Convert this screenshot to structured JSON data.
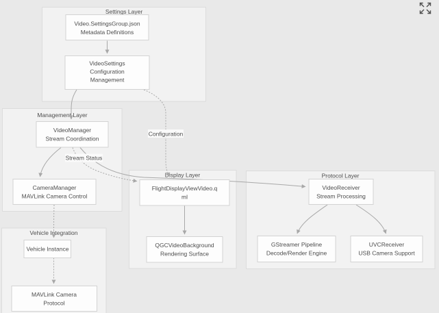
{
  "theme": {
    "canvas_background": "#e9e9e9",
    "cluster_fill": "#f2f2f2",
    "cluster_border": "#dcdcdc",
    "node_fill": "#fdfdfd",
    "node_border": "#d3d3d3",
    "edge_color": "#a8a8a8",
    "text_color": "#4d4d4d"
  },
  "controls": {
    "expand_icon": "expand-fullscreen"
  },
  "diagram": {
    "type": "flowchart",
    "clusters": [
      {
        "id": "settings_layer",
        "label": "Settings Layer"
      },
      {
        "id": "management_layer",
        "label": "Management Layer"
      },
      {
        "id": "vehicle_integration",
        "label": "Vehicle Integration"
      },
      {
        "id": "display_layer",
        "label": "Display Layer"
      },
      {
        "id": "protocol_layer",
        "label": "Protocol Layer"
      }
    ],
    "nodes": [
      {
        "id": "video_settings_group",
        "cluster": "settings_layer",
        "lines": [
          "Video.SettingsGroup.json",
          "Metadata Definitions"
        ]
      },
      {
        "id": "video_settings",
        "cluster": "settings_layer",
        "lines": [
          "VideoSettings",
          "Configuration",
          "Management"
        ]
      },
      {
        "id": "video_manager",
        "cluster": "management_layer",
        "lines": [
          "VideoManager",
          "Stream Coordination"
        ]
      },
      {
        "id": "camera_manager",
        "cluster": "management_layer",
        "lines": [
          "CameraManager",
          "MAVLink Camera Control"
        ]
      },
      {
        "id": "vehicle_instance",
        "cluster": "vehicle_integration",
        "lines": [
          "Vehicle Instance"
        ]
      },
      {
        "id": "mavlink_camera_protocol",
        "cluster": "vehicle_integration",
        "lines": [
          "MAVLink Camera",
          "Protocol"
        ]
      },
      {
        "id": "flight_display_view_video",
        "cluster": "display_layer",
        "lines": [
          "FlightDisplayViewVideo.q",
          "ml"
        ]
      },
      {
        "id": "qgc_video_background",
        "cluster": "display_layer",
        "lines": [
          "QGCVideoBackground",
          "Rendering Surface"
        ]
      },
      {
        "id": "video_receiver",
        "cluster": "protocol_layer",
        "lines": [
          "VideoReceiver",
          "Stream Processing"
        ]
      },
      {
        "id": "gstreamer_pipeline",
        "cluster": "protocol_layer",
        "lines": [
          "GStreamer Pipeline",
          "Decode/Render Engine"
        ]
      },
      {
        "id": "uvc_receiver",
        "cluster": "protocol_layer",
        "lines": [
          "UVCReceiver",
          "USB Camera Support"
        ]
      }
    ],
    "edges": [
      {
        "from": "video_settings_group",
        "to": "video_settings",
        "style": "solid",
        "label": ""
      },
      {
        "from": "video_settings",
        "to": "video_manager",
        "style": "solid",
        "label": ""
      },
      {
        "from": "video_settings",
        "to": "flight_display_view_video",
        "style": "dotted",
        "label": "Configuration"
      },
      {
        "from": "video_manager",
        "to": "camera_manager",
        "style": "solid",
        "label": ""
      },
      {
        "from": "video_manager",
        "to": "flight_display_view_video",
        "style": "dotted",
        "label": "Stream Status"
      },
      {
        "from": "video_manager",
        "to": "video_receiver",
        "style": "solid",
        "label": ""
      },
      {
        "from": "camera_manager",
        "to": "vehicle_instance",
        "style": "dotted",
        "label": ""
      },
      {
        "from": "vehicle_instance",
        "to": "mavlink_camera_protocol",
        "style": "dotted",
        "label": ""
      },
      {
        "from": "flight_display_view_video",
        "to": "qgc_video_background",
        "style": "solid",
        "label": ""
      },
      {
        "from": "video_receiver",
        "to": "gstreamer_pipeline",
        "style": "solid",
        "label": ""
      },
      {
        "from": "video_receiver",
        "to": "uvc_receiver",
        "style": "solid",
        "label": ""
      }
    ]
  }
}
